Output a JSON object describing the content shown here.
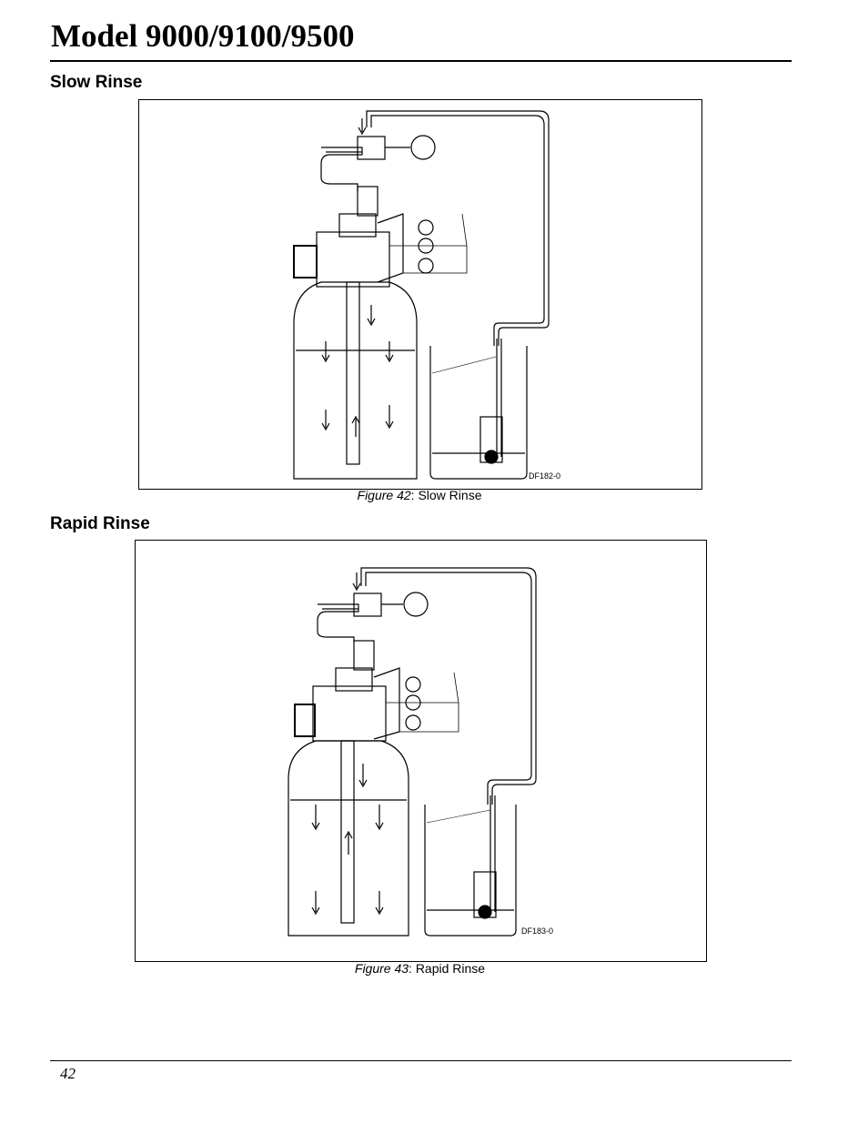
{
  "header": {
    "title": "Model 9000/9100/9500"
  },
  "sections": [
    {
      "heading": "Slow Rinse",
      "figure": {
        "code": "DF182-0",
        "label": "Figure 42",
        "caption_text": ": Slow Rinse"
      }
    },
    {
      "heading": "Rapid Rinse",
      "figure": {
        "code": "DF183-0",
        "label": "Figure 43",
        "caption_text": ": Rapid Rinse"
      }
    }
  ],
  "footer": {
    "page_number": "42"
  }
}
